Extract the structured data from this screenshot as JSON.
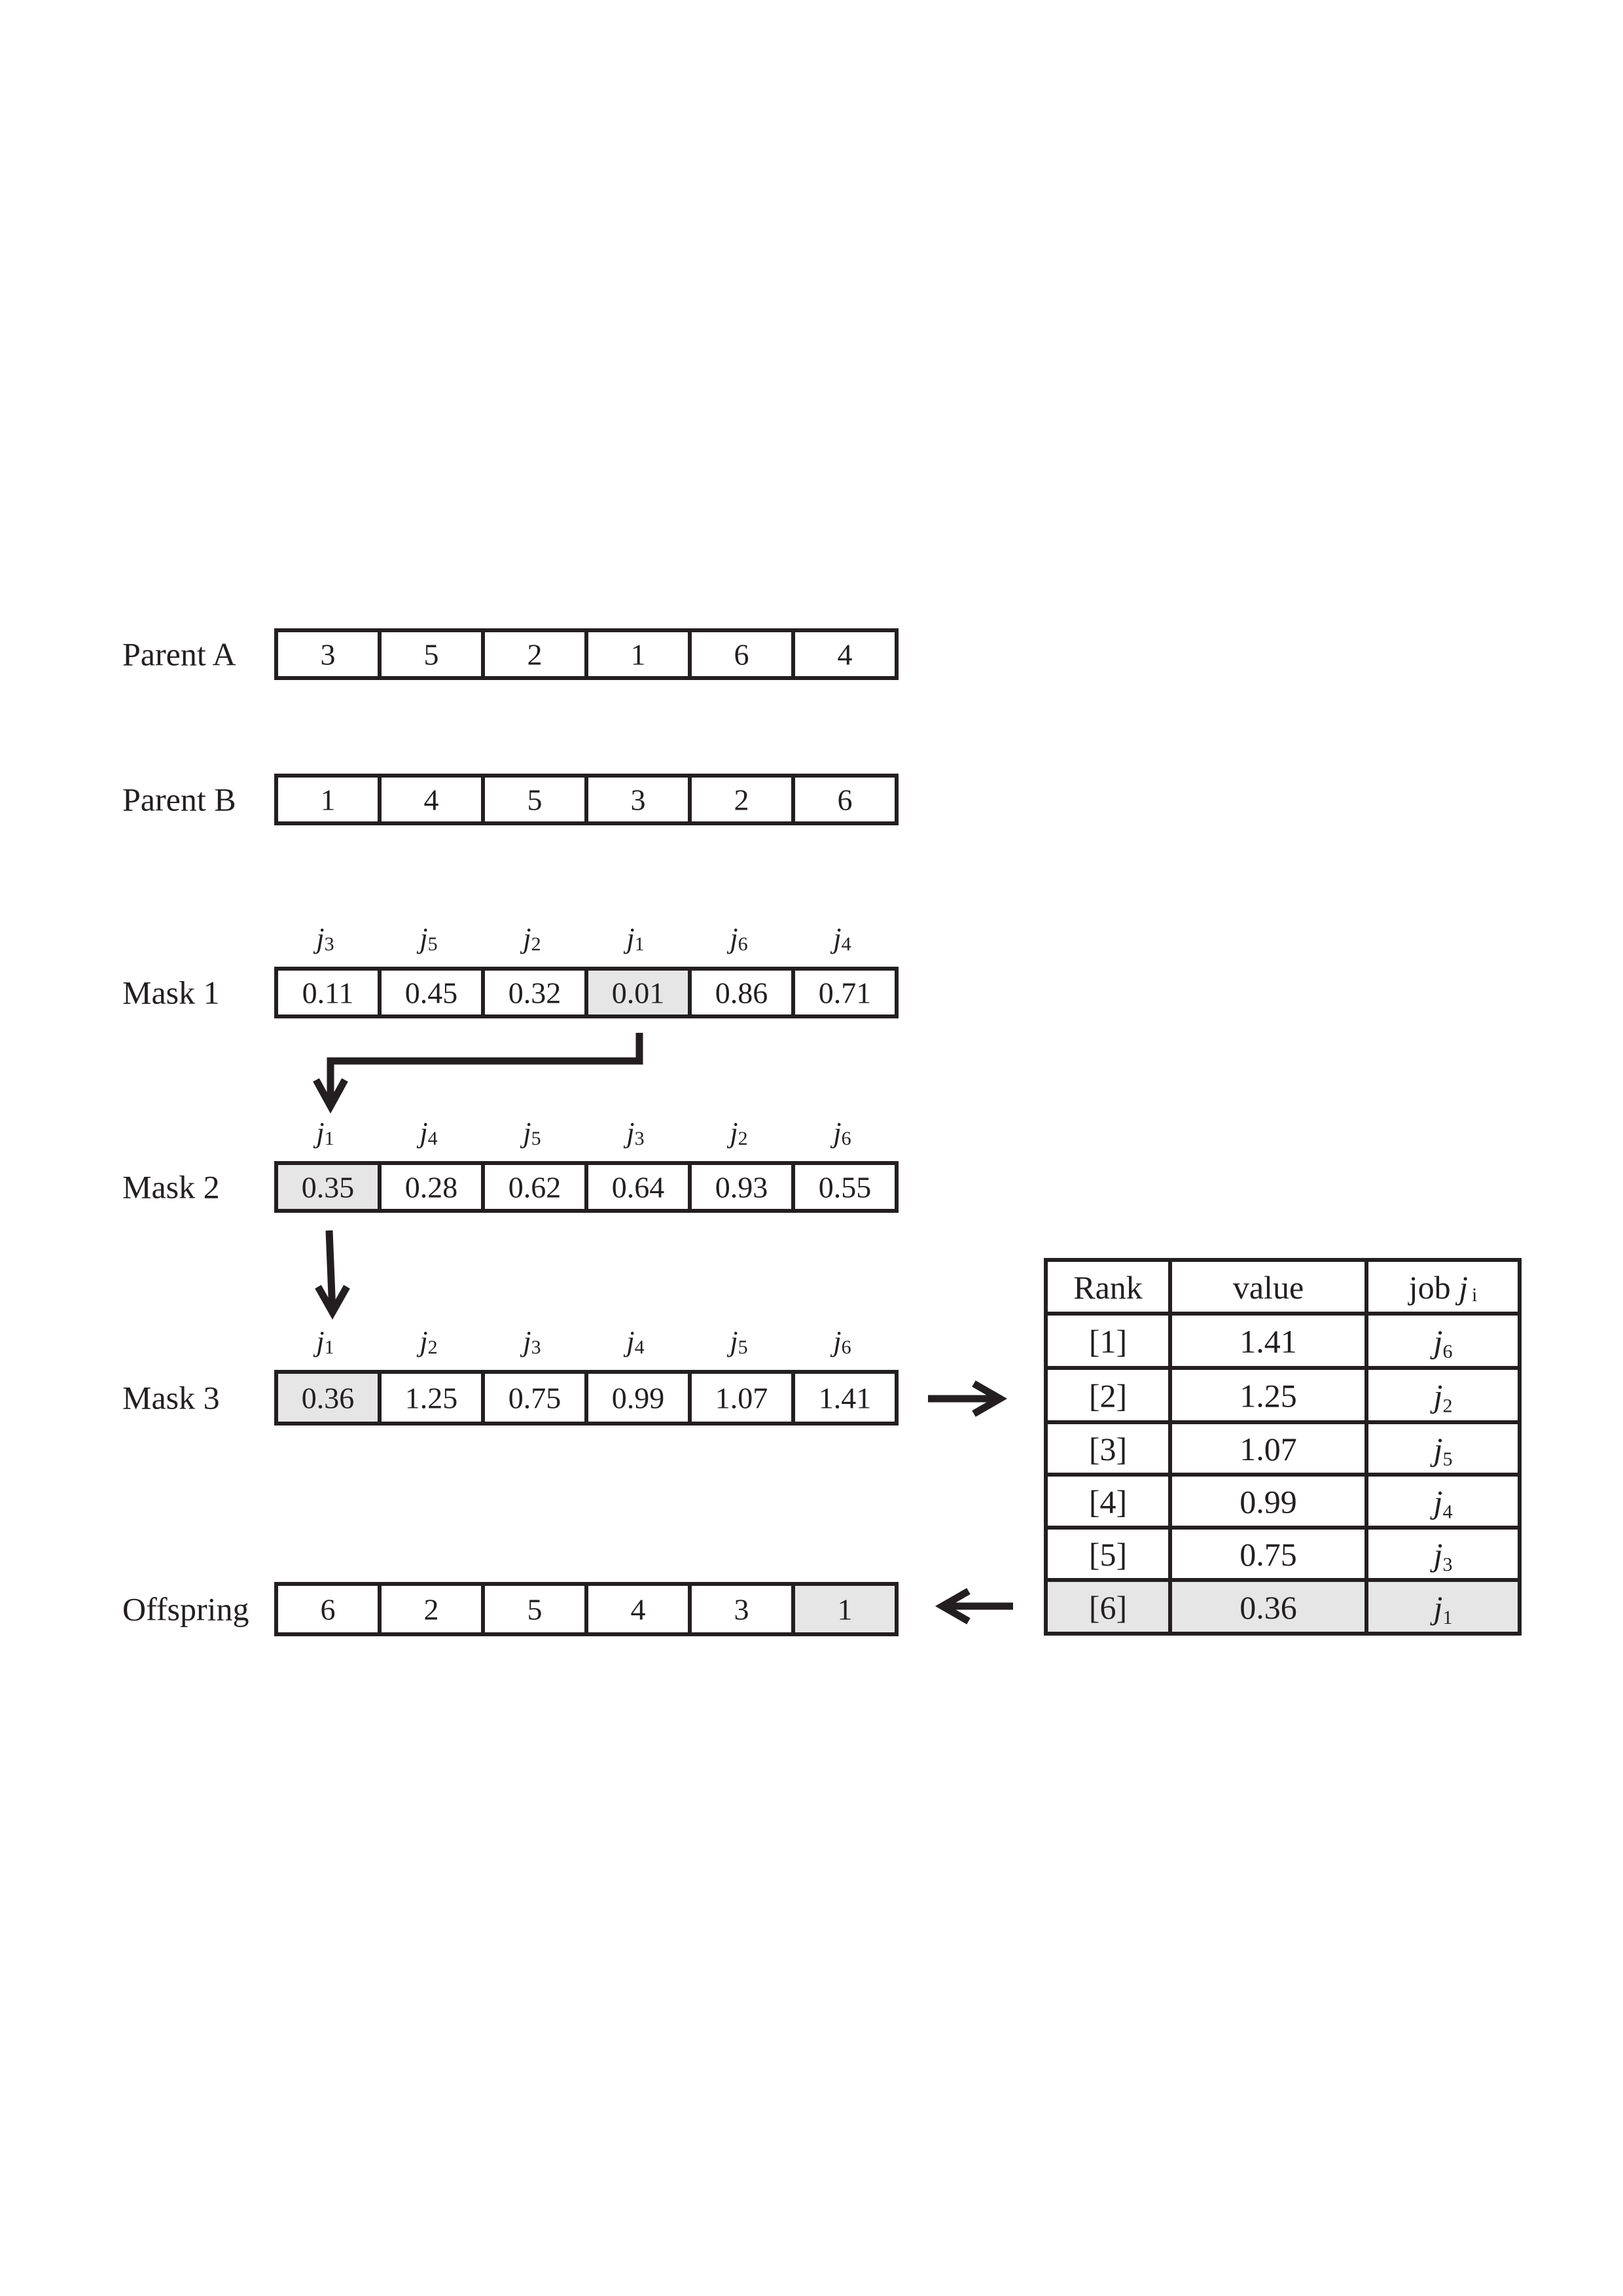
{
  "rows": [
    {
      "label": "Parent A",
      "values": [
        "3",
        "5",
        "2",
        "1",
        "6",
        "4"
      ],
      "jobs": [],
      "highlight": -1
    },
    {
      "label": "Parent B",
      "values": [
        "1",
        "4",
        "5",
        "3",
        "2",
        "6"
      ],
      "jobs": [],
      "highlight": -1
    },
    {
      "label": "Mask 1",
      "values": [
        "0.11",
        "0.45",
        "0.32",
        "0.01",
        "0.86",
        "0.71"
      ],
      "jobs": [
        "3",
        "5",
        "2",
        "1",
        "6",
        "4"
      ],
      "highlight": 3
    },
    {
      "label": "Mask 2",
      "values": [
        "0.35",
        "0.28",
        "0.62",
        "0.64",
        "0.93",
        "0.55"
      ],
      "jobs": [
        "1",
        "4",
        "5",
        "3",
        "2",
        "6"
      ],
      "highlight": 0
    },
    {
      "label": "Mask 3",
      "values": [
        "0.36",
        "1.25",
        "0.75",
        "0.99",
        "1.07",
        "1.41"
      ],
      "jobs": [
        "1",
        "2",
        "3",
        "4",
        "5",
        "6"
      ],
      "highlight": 0
    },
    {
      "label": "Offspring",
      "values": [
        "6",
        "2",
        "5",
        "4",
        "3",
        "1"
      ],
      "jobs": [],
      "highlight": 5
    }
  ],
  "job_letter": "j",
  "rank_table": {
    "headers": [
      "Rank",
      "value",
      "job "
    ],
    "header_job_letter": "j",
    "header_job_sub": "i",
    "rows": [
      {
        "rank": "[1]",
        "value": "1.41",
        "job": "6"
      },
      {
        "rank": "[2]",
        "value": "1.25",
        "job": "2"
      },
      {
        "rank": "[3]",
        "value": "1.07",
        "job": "5"
      },
      {
        "rank": "[4]",
        "value": "0.99",
        "job": "4"
      },
      {
        "rank": "[5]",
        "value": "0.75",
        "job": "3"
      },
      {
        "rank": "[6]",
        "value": "0.36",
        "job": "1"
      }
    ],
    "highlight_row": 5
  },
  "colors": {
    "ink": "#231f20",
    "highlight": "#e6e6e6",
    "background": "#ffffff"
  }
}
